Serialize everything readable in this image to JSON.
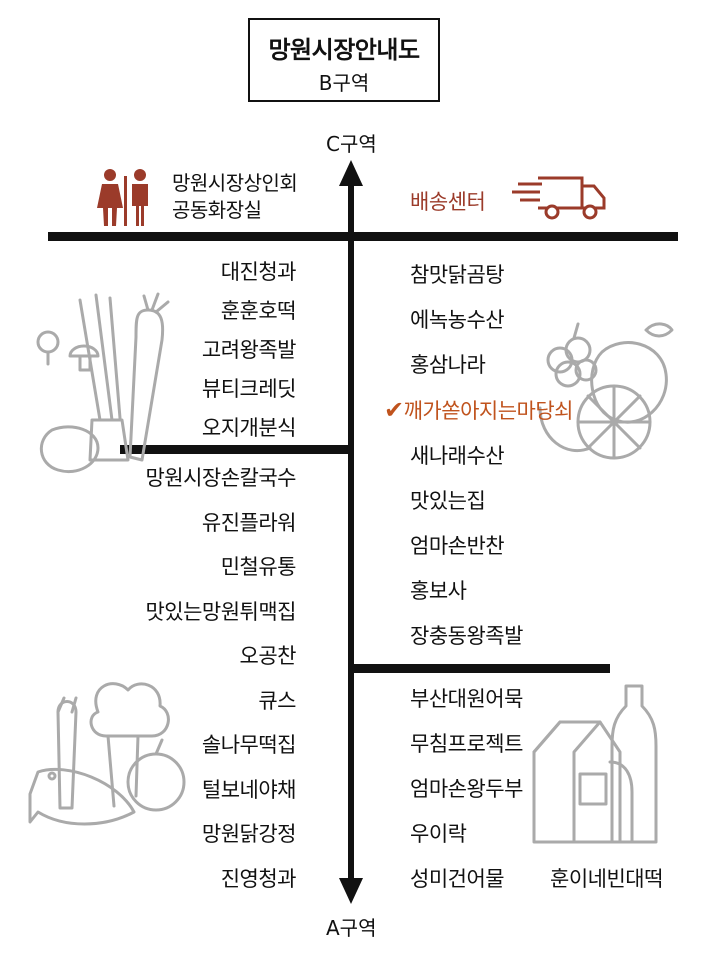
{
  "title": {
    "line1": "망원시장안내도",
    "line2": "B구역"
  },
  "zones": {
    "top": "C구역",
    "bottom": "A구역"
  },
  "facilities": {
    "restroom_line1": "망원시장상인회",
    "restroom_line2": "공동화장실",
    "delivery": "배송센터"
  },
  "left": {
    "block1": [
      "대진청과",
      "훈훈호떡",
      "고려왕족발",
      "뷰티크레딧",
      "오지개분식"
    ],
    "block2": [
      "망원시장손칼국수",
      "유진플라워",
      "민철유통",
      "맛있는망원튀맥집",
      "오공찬",
      "큐스",
      "솔나무떡집",
      "털보네야채",
      "망원닭강정",
      "진영청과"
    ]
  },
  "right": {
    "block1": [
      "참맛닭곰탕",
      "에녹농수산",
      "홍삼나라",
      "깨가쏟아지는마당쇠",
      "새나래수산",
      "맛있는집",
      "엄마손반찬",
      "홍보사",
      "장충동왕족발"
    ],
    "block2": [
      "부산대원어묵",
      "무침프로젝트",
      "엄마손왕두부",
      "우이락",
      "성미건어물"
    ],
    "extra": "훈이네빈대떡"
  },
  "highlight": {
    "store": "깨가쏟아지는마당쇠",
    "color": "#c0531d",
    "icon": "check-icon"
  },
  "colors": {
    "restroom": "#9b3b2a",
    "delivery": "#9b3b2a",
    "illustration": "#aaaaaa"
  }
}
